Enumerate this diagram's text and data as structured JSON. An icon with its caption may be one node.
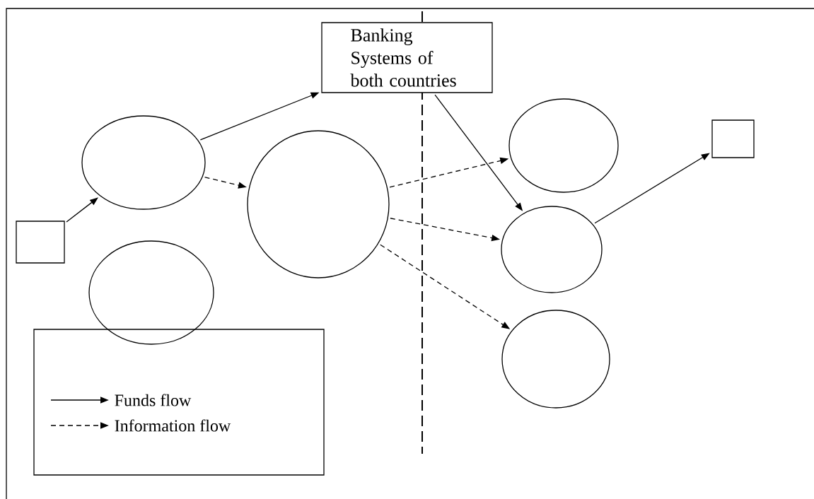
{
  "diagram": {
    "nodes": [
      {
        "text": [],
        "shape": "box"
      },
      {
        "text": [],
        "shape": "ellipse"
      },
      {
        "text": [],
        "shape": "ellipse"
      },
      {
        "text": [],
        "shape": "ellipse"
      },
      {
        "text": [
          "Banking Systems of both countries"
        ]
      },
      {
        "text": [],
        "shape": "ellipse"
      },
      {
        "text": [],
        "shape": "ellipse"
      },
      {
        "text": [],
        "shape": "ellipse"
      },
      {
        "text": [],
        "shape": "box"
      }
    ],
    "edges": [
      {
        "from": 0,
        "to": 1,
        "arrow": "to"
      },
      {
        "from": 1,
        "to": 4,
        "arrow": "to"
      },
      {
        "from": 1,
        "to": 3,
        "arrow": "to",
        "style": "dashed"
      },
      {
        "from": 3,
        "to": 5,
        "arrow": "to",
        "style": "dashed"
      },
      {
        "from": 3,
        "to": 6,
        "arrow": "to",
        "style": "dashed"
      },
      {
        "from": 3,
        "to": 7,
        "arrow": "to",
        "style": "dashed"
      },
      {
        "from": 4,
        "to": 6,
        "arrow": "to"
      },
      {
        "from": 6,
        "to": 8,
        "arrow": "to"
      }
    ],
    "legend": [
      {
        "text": "Funds flow"
      },
      {
        "text": "Information flow"
      }
    ]
  }
}
